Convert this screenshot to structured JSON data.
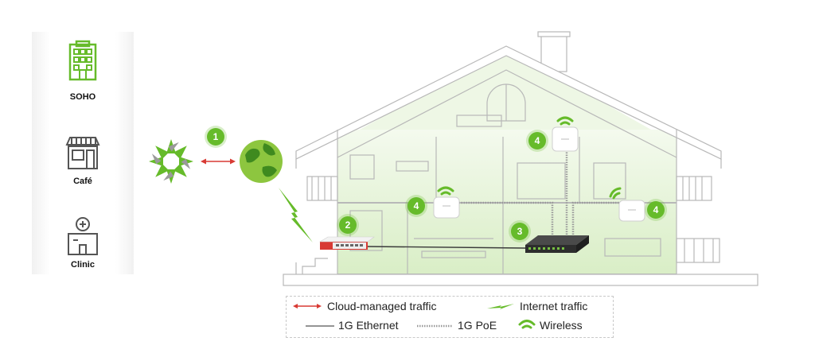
{
  "sidebar": {
    "items": [
      {
        "label": "SOHO",
        "icon": "office-building-icon"
      },
      {
        "label": "Café",
        "icon": "storefront-icon"
      },
      {
        "label": "Clinic",
        "icon": "clinic-icon"
      }
    ]
  },
  "badges": [
    "1",
    "2",
    "3",
    "4",
    "4",
    "4"
  ],
  "legend": {
    "cloud": "Cloud-managed traffic",
    "internet": "Internet traffic",
    "ethernet": "1G Ethernet",
    "poe": "1G PoE",
    "wireless": "Wireless"
  },
  "colors": {
    "accent_green": "#66bb2a",
    "cloud_red": "#d83a34",
    "house_lines": "#b8b8b8",
    "house_fill": "#e8f5dc"
  }
}
